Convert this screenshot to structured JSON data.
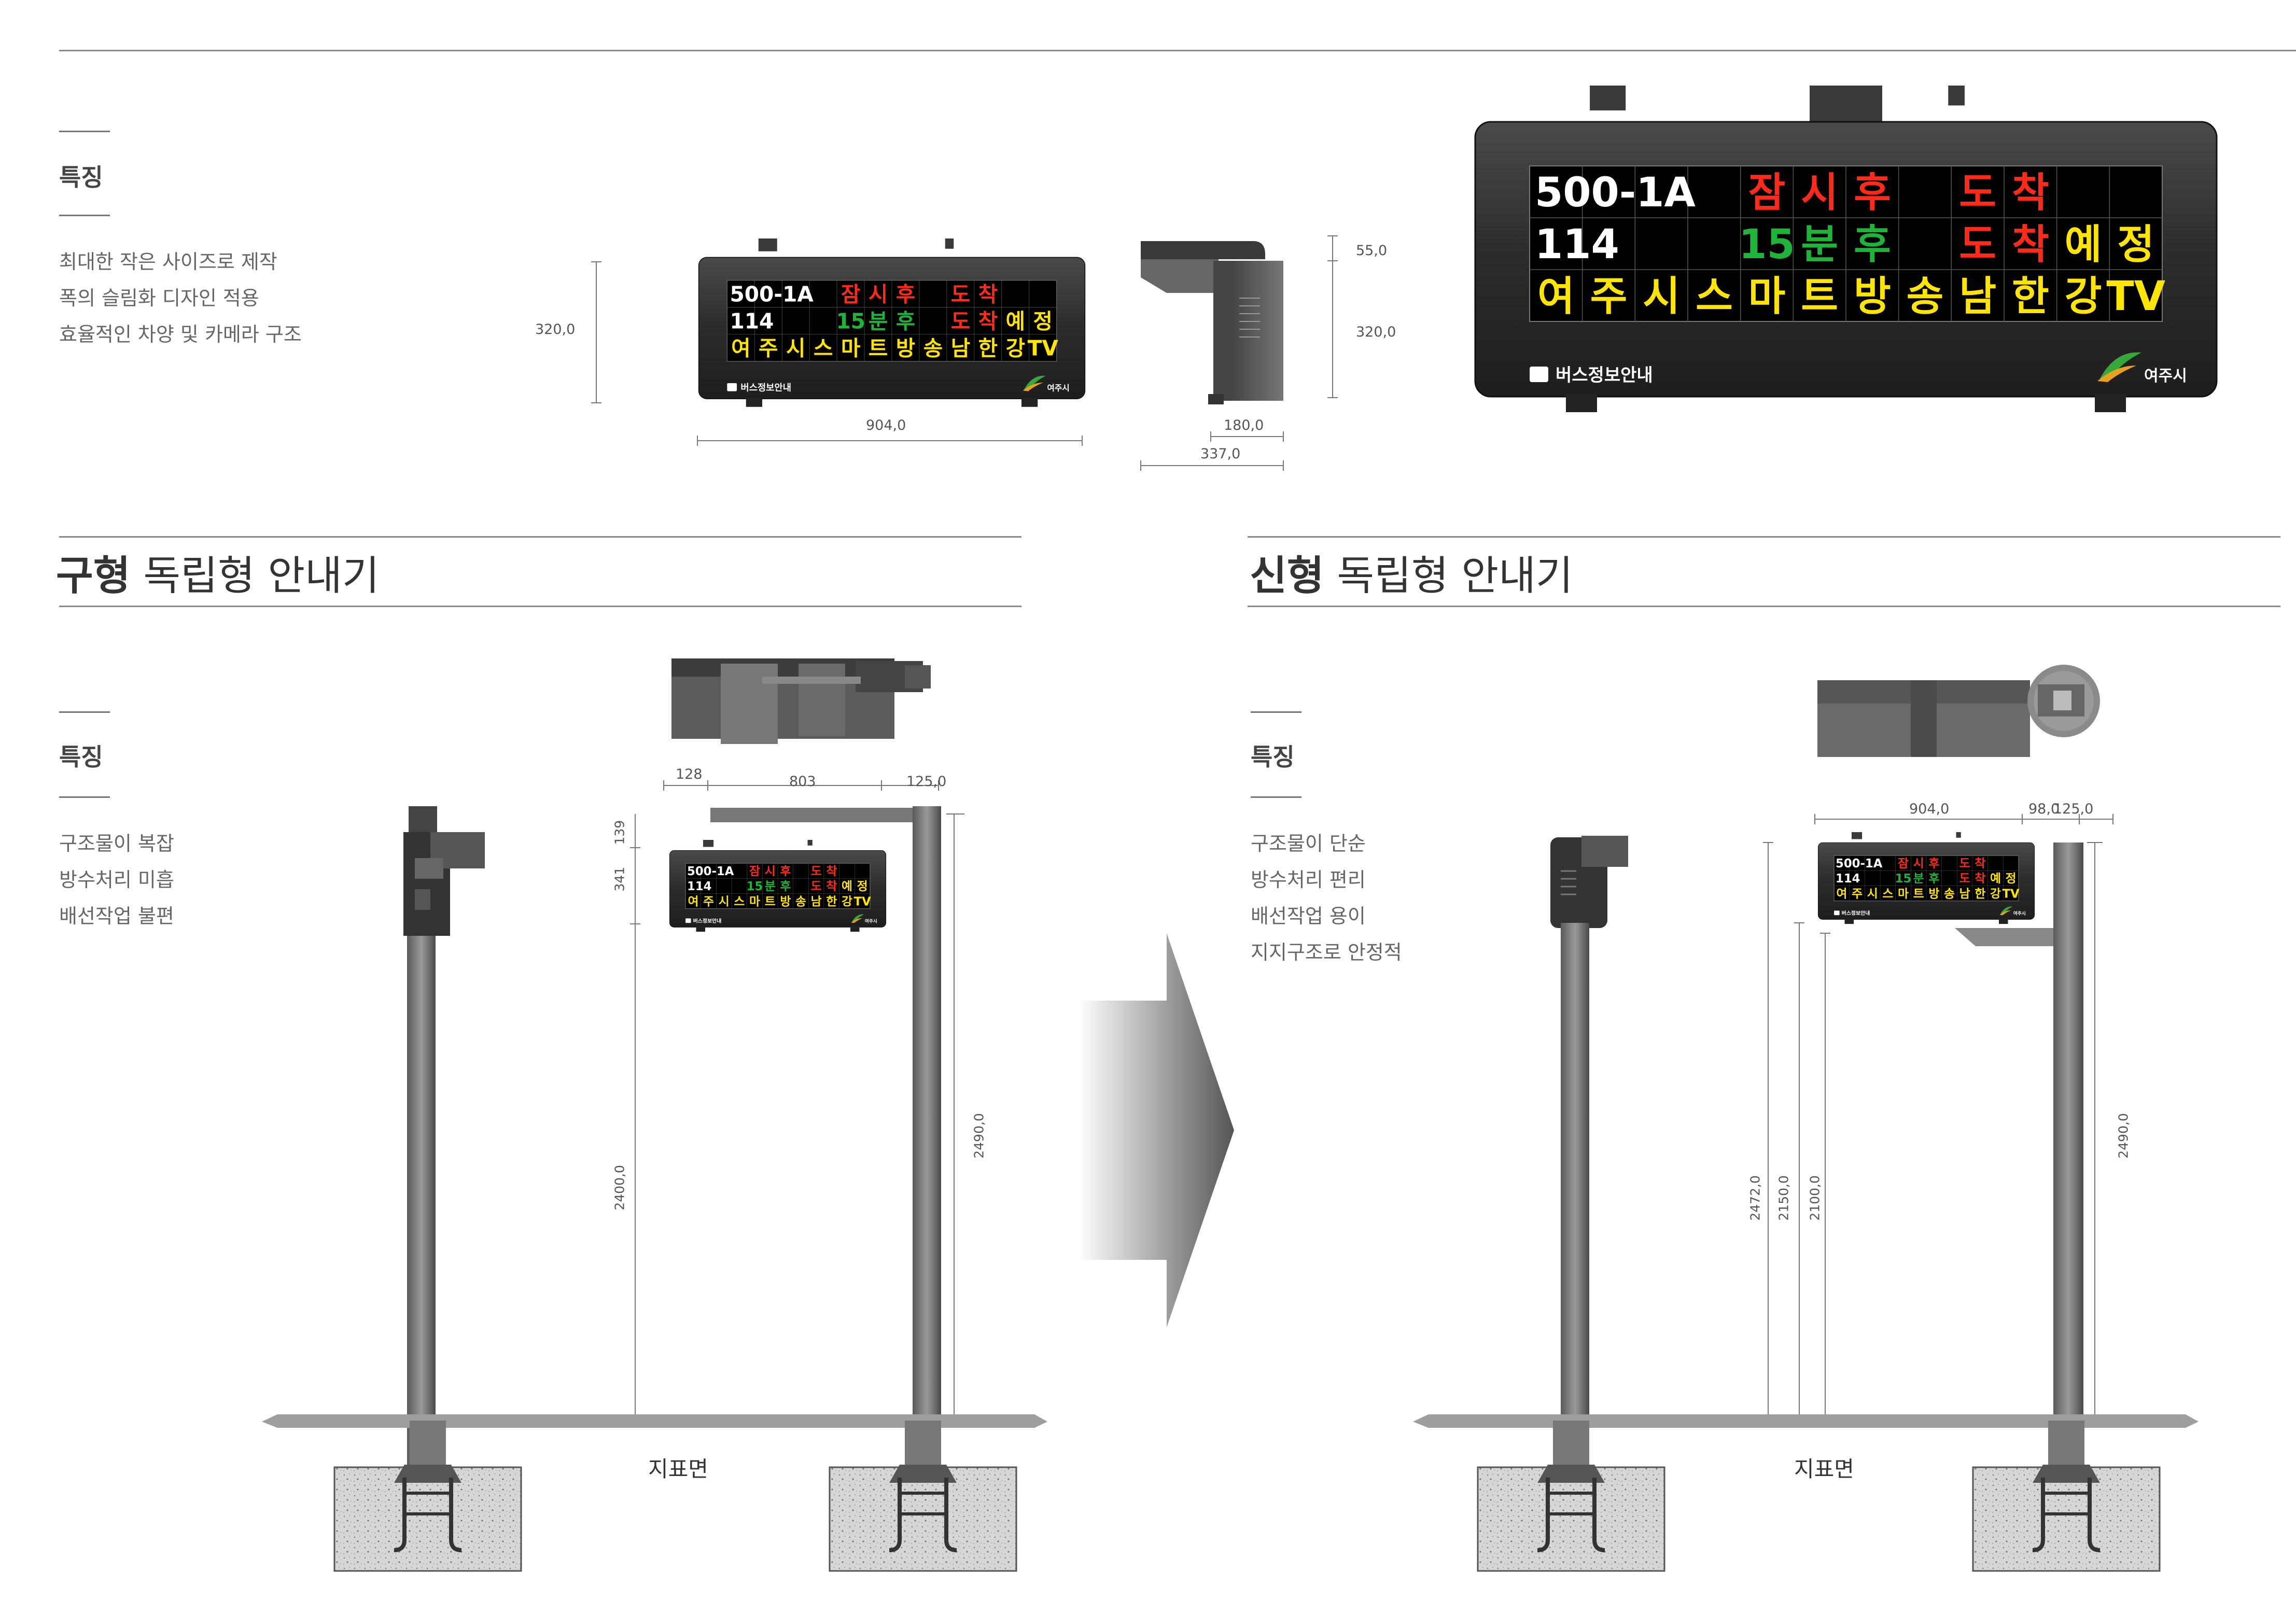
{
  "top_section": {
    "features_label": "특징",
    "features": [
      "최대한 작은 사이즈로 제작",
      "폭의 슬림화 디자인 적용",
      "효율적인 차양 및 카메라 구조"
    ],
    "dims": {
      "height": "320,0",
      "width": "904,0",
      "top": "55,0",
      "side_height": "320,0",
      "depth_inner": "180,0",
      "depth_outer": "337,0"
    }
  },
  "display": {
    "row1": {
      "route": "500-1A",
      "status": "잠시후",
      "arrival": "도착"
    },
    "row2": {
      "route": "114",
      "status": "15분후",
      "arrival": "도착예정"
    },
    "row3_chars": [
      "여",
      "주",
      "시",
      "스",
      "마",
      "트",
      "방",
      "송",
      "남",
      "한",
      "강",
      "TV"
    ],
    "footer_label": "버스정보안내",
    "brand": "여주시"
  },
  "old_section": {
    "title_bold": "구형",
    "title_rest": " 독립형 안내기",
    "features_label": "특징",
    "features": [
      "구조물이 복잡",
      "방수처리 미흡",
      "배선작업 불편"
    ],
    "dims": {
      "a": "128",
      "b": "803",
      "c": "125,0",
      "d": "139",
      "e": "341",
      "f": "2400,0",
      "g": "2490,0"
    },
    "ground": "지표면"
  },
  "new_section": {
    "title_bold": "신형",
    "title_rest": " 독립형 안내기",
    "features_label": "특징",
    "features": [
      "구조물이 단순",
      "방수처리 편리",
      "배선작업 용이",
      "지지구조로 안정적"
    ],
    "dims": {
      "a": "904,0",
      "b": "98,0",
      "c": "125,0",
      "d": "2472,0",
      "e": "2150,0",
      "f": "2100,0",
      "g": "2490,0"
    },
    "ground": "지표면"
  },
  "colors": {
    "red": "#ff2a1a",
    "green": "#1fb33a",
    "yellow": "#ffe500",
    "white": "#ffffff",
    "panel": "#2a2a2a"
  }
}
